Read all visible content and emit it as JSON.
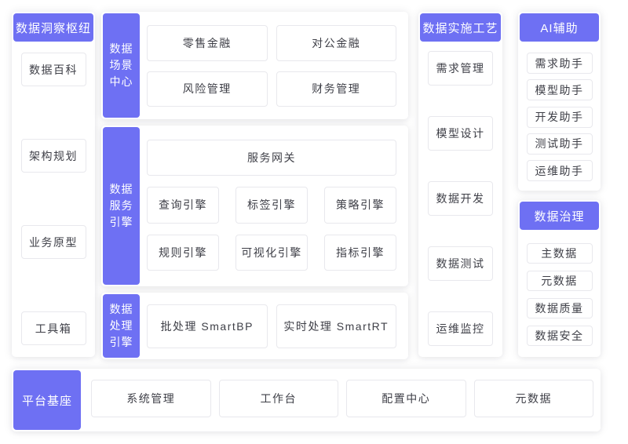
{
  "colors": {
    "accent": "#6e70f3",
    "node_border": "#e8e8ed",
    "node_text": "#3e3f47",
    "card_bg": "#ffffff"
  },
  "insight_hub": {
    "title": "数据洞察枢纽",
    "items": [
      "数据百科",
      "架构规划",
      "业务原型",
      "工具箱"
    ]
  },
  "scene_center": {
    "title": "数据\n场景\n中心",
    "items": [
      "零售金融",
      "对公金融",
      "风险管理",
      "财务管理"
    ]
  },
  "service_engine": {
    "title": "数据\n服务\n引擎",
    "gateway": "服务网关",
    "items": [
      "查询引擎",
      "标签引擎",
      "策略引擎",
      "规则引擎",
      "可视化引擎",
      "指标引擎"
    ]
  },
  "process_engine": {
    "title": "数据\n处理\n引擎",
    "items": [
      "批处理 SmartBP",
      "实时处理  SmartRT"
    ]
  },
  "implementation": {
    "title": "数据实施工艺",
    "items": [
      "需求管理",
      "模型设计",
      "数据开发",
      "数据测试",
      "运维监控"
    ]
  },
  "ai_assist": {
    "title": "AI辅助",
    "items": [
      "需求助手",
      "模型助手",
      "开发助手",
      "测试助手",
      "运维助手"
    ]
  },
  "governance": {
    "title": "数据治理",
    "items": [
      "主数据",
      "元数据",
      "数据质量",
      "数据安全"
    ]
  },
  "platform_base": {
    "title": "平台基座",
    "items": [
      "系统管理",
      "工作台",
      "配置中心",
      "元数据"
    ]
  }
}
